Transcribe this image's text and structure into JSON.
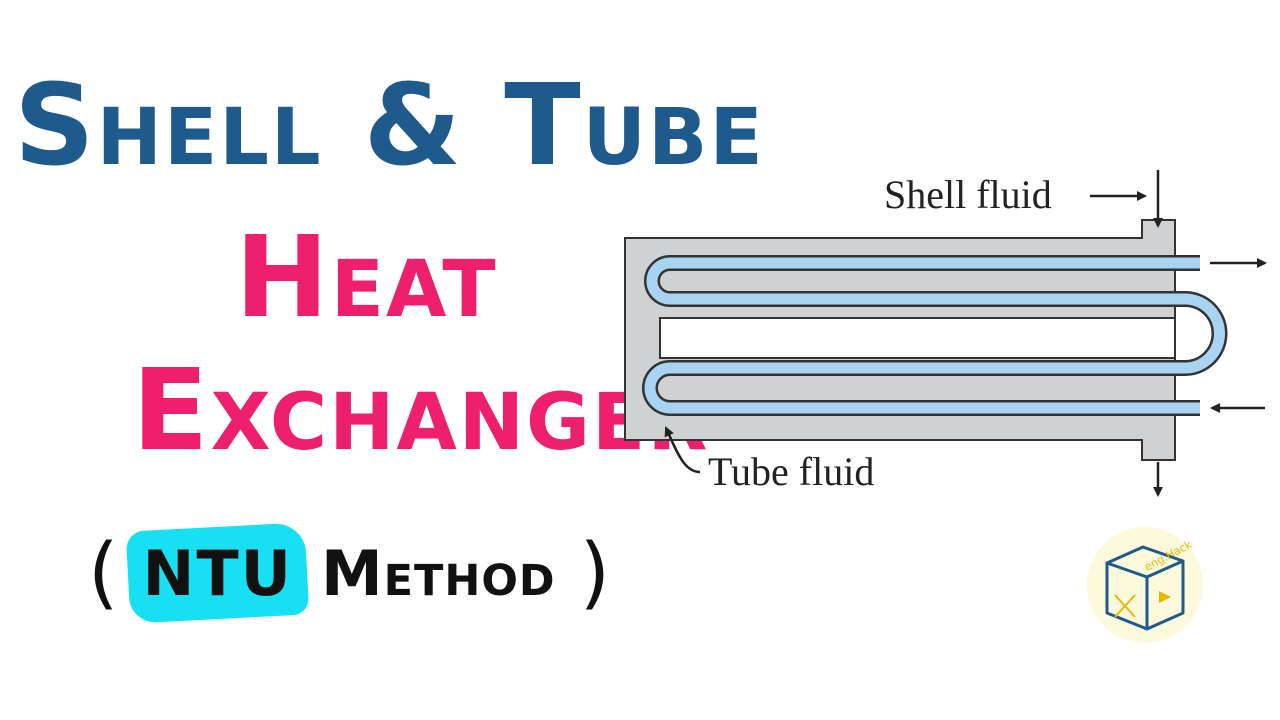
{
  "title": {
    "line1": "Shell & Tube",
    "line2": "Heat",
    "line3": "Exchanger"
  },
  "method": {
    "open_paren": "(",
    "highlight": "NTU",
    "rest": "Method",
    "close_paren": ")"
  },
  "diagram": {
    "shell_label": "Shell fluid",
    "tube_label": "Tube fluid"
  },
  "colors": {
    "title_blue": "#1f5a8c",
    "title_pink": "#ee1f6c",
    "highlight_cyan": "#16e0f2",
    "shell_fill": "#cfd1d3",
    "tube_fill": "#a8d4f2"
  },
  "logo": {
    "text": "eng.Hack"
  }
}
